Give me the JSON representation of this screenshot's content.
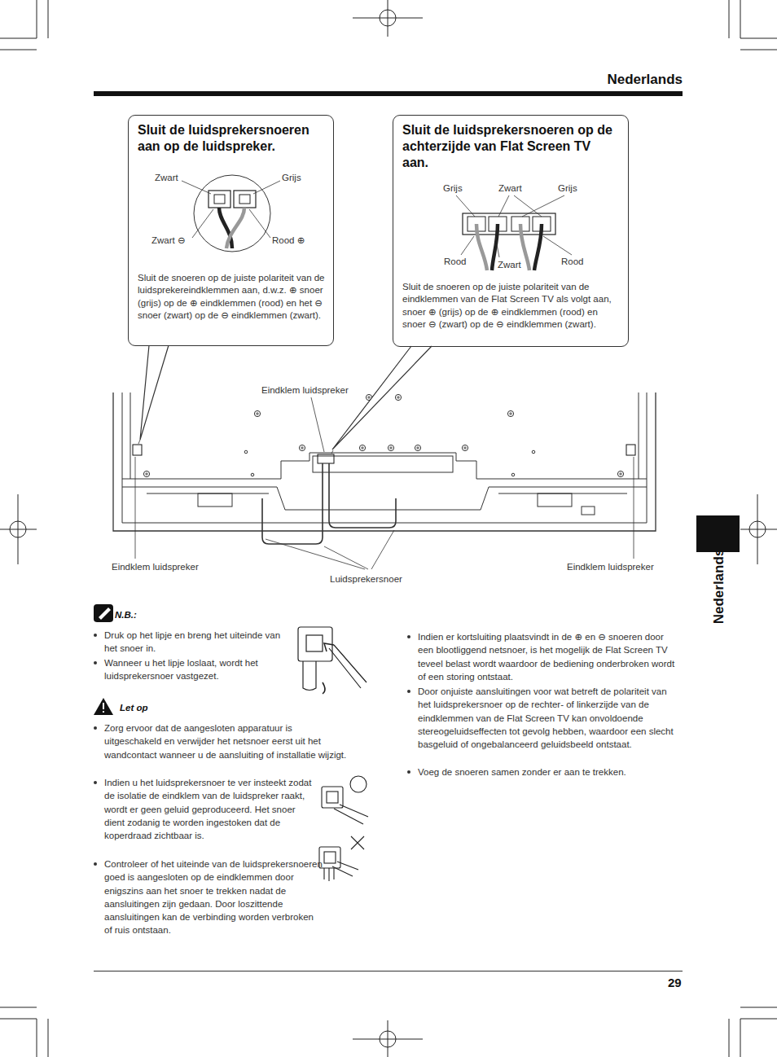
{
  "diagram": {
    "title": "Nederlands",
    "nodes": [
      {
        "text": [
          "Sluit de luidsprekersnoeren aan op de luidspreker.",
          "Sluit de snoeren op de juiste polariteit van de luidsprekereindklemmen aan, d.w.z. ⊕ snoer (grijs) op de ⊕ eindklemmen (rood) en het ⊖ snoer (zwart) op de ⊖ eindklemmen (zwart)."
        ]
      },
      {
        "text": [
          "Sluit de luidsprekersnoeren op de achterzijde van Flat Screen TV aan.",
          "Sluit de snoeren op de juiste polariteit van de eindklemmen van de Flat Screen TV als volgt aan, snoer ⊕ (grijs) op de ⊕ eindklemmen (rood) en snoer ⊖ (zwart) op de ⊖ eindklemmen (zwart)."
        ]
      }
    ],
    "labels": [
      "Zwart",
      "Grijs",
      "Zwart ⊖",
      "Rood ⊕",
      "Grijs",
      "Zwart",
      "Grijs",
      "Rood",
      "Zwart",
      "Rood",
      "Eindklem luidspreker",
      "Eindklem luidspreker",
      "Luidsprekersnoer",
      "Eindklem luidspreker",
      "N.B.:",
      "Druk op het lipje en breng het uiteinde van het snoer in.",
      "Wanneer u het lipje loslaat, wordt het luidsprekersnoer vastgezet.",
      "Let op",
      "Zorg ervoor dat de aangesloten apparatuur is uitgeschakeld en verwijder het netsnoer eerst uit het wandcontact wanneer u de aansluiting of installatie wijzigt.",
      "Indien u het luidsprekersnoer te ver insteekt zodat de isolatie de eindklem van de luidspreker raakt, wordt er geen geluid geproduceerd. Het snoer dient zodanig te worden ingestoken dat de koperdraad zichtbaar is.",
      "Controleer of het uiteinde van de luidsprekersnoeren goed is aangesloten op de eindklemmen door enigszins aan het snoer te trekken nadat de aansluitingen zijn gedaan. Door loszittende aansluitingen kan de verbinding worden verbroken of ruis ontstaan.",
      "Indien er kortsluiting plaatsvindt in de ⊕ en ⊖ snoeren door een blootliggend netsnoer, is het mogelijk de Flat Screen TV teveel belast wordt waardoor de bediening onderbroken wordt of een storing ontstaat.",
      "Door onjuiste aansluitingen voor wat betreft de polariteit van het luidsprekersnoer op de rechter- of linkerzijde van de eindklemmen van de Flat Screen TV kan onvoldoende stereogeluidseffecten tot gevolg hebben, waardoor een slecht basgeluid of ongebalanceerd geluidsbeeld ontstaat.",
      "Voeg de snoeren samen zonder er aan te trekken.",
      "Nederlands",
      "29"
    ]
  }
}
